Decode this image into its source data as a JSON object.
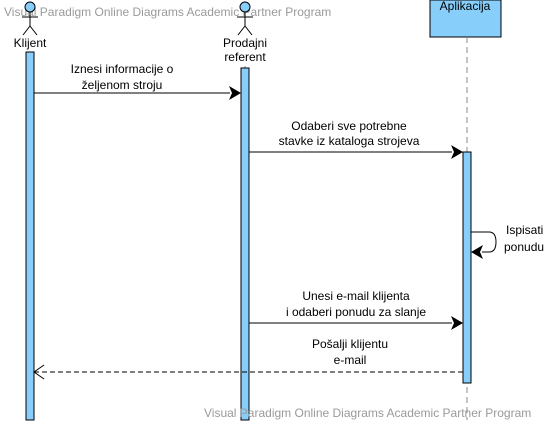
{
  "watermark_top": "Visual Paradigm Online Diagrams Academic Partner Program",
  "watermark_bottom": "Visual Paradigm Online Diagrams Academic Partner Program",
  "colors": {
    "activation_fill": "#87cefa",
    "object_box_fill": "#87cefa",
    "line": "#000000",
    "lifeline_dashed": "#888888",
    "watermark": "#9a9a9a"
  },
  "participants": {
    "klijent": {
      "label": "Klijent",
      "kind": "actor"
    },
    "referent": {
      "label_line1": "Prodajni",
      "label_line2": "referent",
      "kind": "actor"
    },
    "aplikacija": {
      "label": "Aplikacija",
      "kind": "object"
    }
  },
  "messages": {
    "m1": {
      "line1": "Iznesi informacije o",
      "line2": "željenom stroju",
      "type": "synchronous"
    },
    "m2": {
      "line1": "Odaberi sve potrebne",
      "line2": "stavke iz kataloga strojeva",
      "type": "synchronous"
    },
    "m3": {
      "line1": "Ispisati",
      "line2": "ponudu",
      "type": "self"
    },
    "m4": {
      "line1": "Unesi e-mail klijenta",
      "line2": "i odaberi ponudu za slanje",
      "type": "synchronous"
    },
    "m5": {
      "line1": "Pošalji klijentu",
      "line2": "e-mail",
      "type": "return"
    }
  }
}
